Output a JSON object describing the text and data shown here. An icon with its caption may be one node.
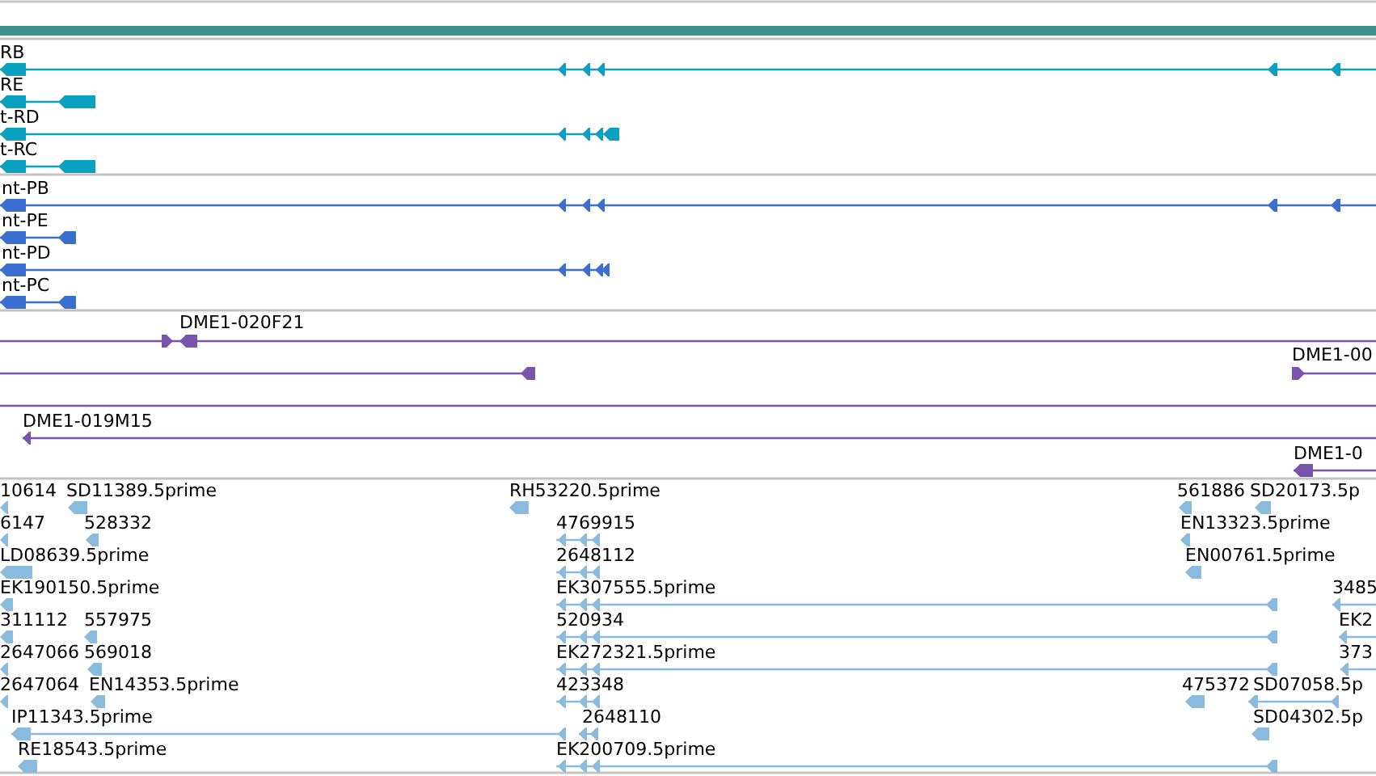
{
  "diagram": {
    "labels": [
      "RB",
      "RE",
      "t-RD",
      "t-RC",
      "nt-PB",
      "nt-PE",
      "nt-PD",
      "nt-PC",
      "DME1-020F21",
      "DME1-00",
      "DME1-019M15",
      "DME1-0",
      "10614",
      "SD11389.5prime",
      "RH53220.5prime",
      "561886",
      "SD20173.5p",
      "6147",
      "528332",
      "4769915",
      "EN13323.5prime",
      "LD08639.5prime",
      "2648112",
      "EN00761.5prime",
      "EK190150.5prime",
      "EK307555.5prime",
      "3485",
      "311112",
      "557975",
      "520934",
      "EK2",
      "2647066",
      "569018",
      "EK272321.5prime",
      "373",
      "2647064",
      "EN14353.5prime",
      "423348",
      "475372",
      "SD07058.5p",
      "IP11343.5prime",
      "2648110",
      "SD04302.5p",
      "RE18543.5prime",
      "EK200709.5prime"
    ]
  }
}
